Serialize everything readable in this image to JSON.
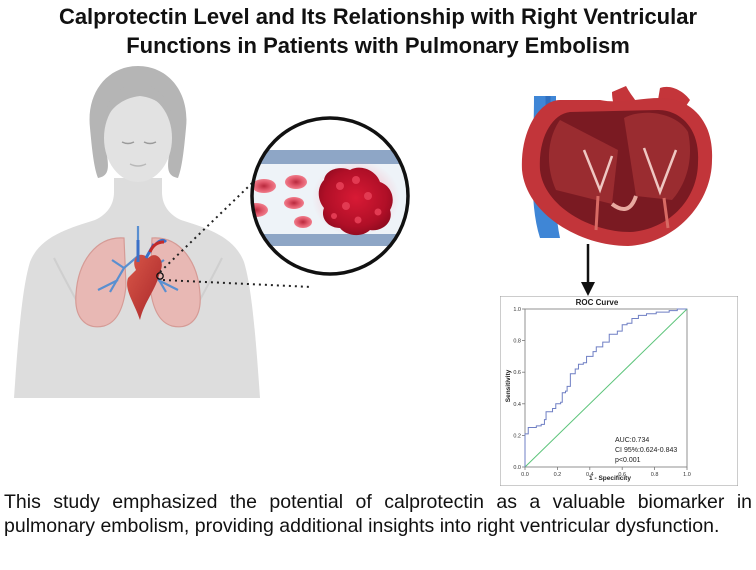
{
  "title": {
    "line1": "Calprotectin Level and Its Relationship with Right Ventricular",
    "line2": "Functions in Patients with Pulmonary Embolism"
  },
  "caption": "This study emphasized the potential of calprotectin as a valuable biomarker in pulmonary embolism, providing additional insights into right ventricular dysfunction.",
  "colors": {
    "roc_curve": "#6f7fc4",
    "reference_line": "#5cc47a",
    "clot": "#c0102a",
    "vessel": "#7f9fc7",
    "skin": "#dcdcdc"
  },
  "icons": [
    "woman-silhouette-icon",
    "lungs-icon",
    "heart-icon",
    "blood-vessel-clot-icon",
    "heart-cross-section-icon",
    "arrow-down-icon"
  ],
  "chart_data": {
    "type": "line",
    "title": "ROC Curve",
    "xlabel": "1 - Specificity",
    "ylabel": "Sensitivity",
    "xlim": [
      0,
      1
    ],
    "ylim": [
      0,
      1
    ],
    "x_ticks": [
      "0.0",
      "0.2",
      "0.4",
      "0.6",
      "0.8",
      "1.0"
    ],
    "y_ticks": [
      "0.0",
      "0.2",
      "0.4",
      "0.6",
      "0.8",
      "1.0"
    ],
    "grid": false,
    "series": [
      {
        "values": [
          [
            0,
            0
          ],
          [
            0,
            0.21
          ],
          [
            0.02,
            0.25
          ],
          [
            0.07,
            0.26
          ],
          [
            0.1,
            0.27
          ],
          [
            0.12,
            0.3
          ],
          [
            0.13,
            0.35
          ],
          [
            0.16,
            0.35
          ],
          [
            0.17,
            0.37
          ],
          [
            0.19,
            0.4
          ],
          [
            0.22,
            0.41
          ],
          [
            0.23,
            0.47
          ],
          [
            0.25,
            0.48
          ],
          [
            0.26,
            0.51
          ],
          [
            0.28,
            0.53
          ],
          [
            0.28,
            0.59
          ],
          [
            0.31,
            0.62
          ],
          [
            0.33,
            0.65
          ],
          [
            0.36,
            0.66
          ],
          [
            0.38,
            0.7
          ],
          [
            0.42,
            0.73
          ],
          [
            0.44,
            0.76
          ],
          [
            0.48,
            0.79
          ],
          [
            0.52,
            0.84
          ],
          [
            0.57,
            0.86
          ],
          [
            0.6,
            0.9
          ],
          [
            0.63,
            0.91
          ],
          [
            0.66,
            0.94
          ],
          [
            0.7,
            0.96
          ],
          [
            0.75,
            0.97
          ],
          [
            0.81,
            0.98
          ],
          [
            0.89,
            0.99
          ],
          [
            0.94,
            1.0
          ],
          [
            1.0,
            1.0
          ]
        ]
      },
      {
        "values": [
          [
            0,
            0
          ],
          [
            1,
            1
          ]
        ]
      }
    ],
    "annotations": [
      "AUC:0.734",
      "CI 95%:0.624-0.843",
      "p<0.001"
    ]
  }
}
